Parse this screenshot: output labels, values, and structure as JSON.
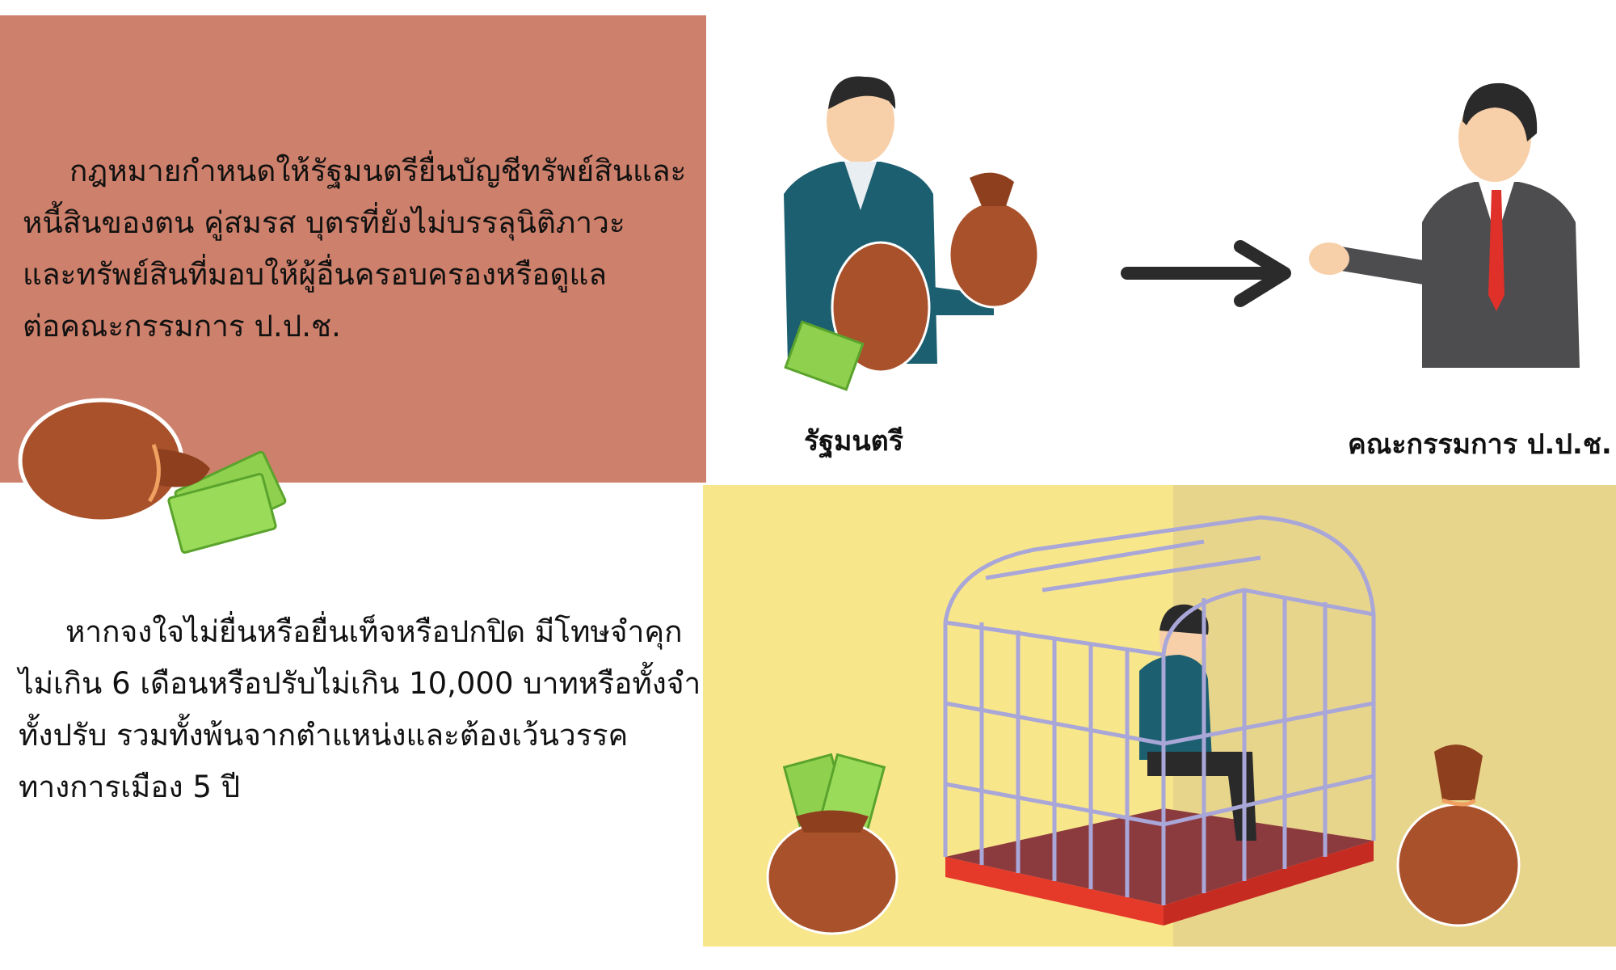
{
  "paragraph_1": {
    "lines": [
      "กฎหมายกำหนดให้รัฐมนตรียื่นบัญชีทรัพย์สินและ",
      "หนี้สินของตน คู่สมรส บุตรที่ยังไม่บรรลุนิติภาวะ",
      "และทรัพย์สินที่มอบให้ผู้อื่นครอบครองหรือดูแล",
      "ต่อคณะกรรมการ ป.ป.ช."
    ]
  },
  "paragraph_2": {
    "lines": [
      "หากจงใจไม่ยื่นหรือยื่นเท็จหรือปกปิด มีโทษจำคุก",
      "ไม่เกิน 6 เดือนหรือปรับไม่เกิน 10,000 บาทหรือทั้งจำ",
      "ทั้งปรับ รวมทั้งพ้นจากตำแหน่งและต้องเว้นวรรค",
      "ทางการเมือง 5 ปี"
    ]
  },
  "labels": {
    "minister": "รัฐมนตรี",
    "committee": "คณะกรรมการ ป.ป.ช."
  },
  "colors": {
    "salmon_panel": "#cd806b",
    "yellow_panel": "#f8e68b",
    "money_bag": "#a9512a",
    "banknote": "#8fd14f",
    "cage": "#a9a6d8",
    "cage_base": "#e53a2a"
  },
  "icons": [
    "money-bag-icon",
    "banknote-icon",
    "arrow-right-icon",
    "cage-icon",
    "businessman-icon"
  ]
}
